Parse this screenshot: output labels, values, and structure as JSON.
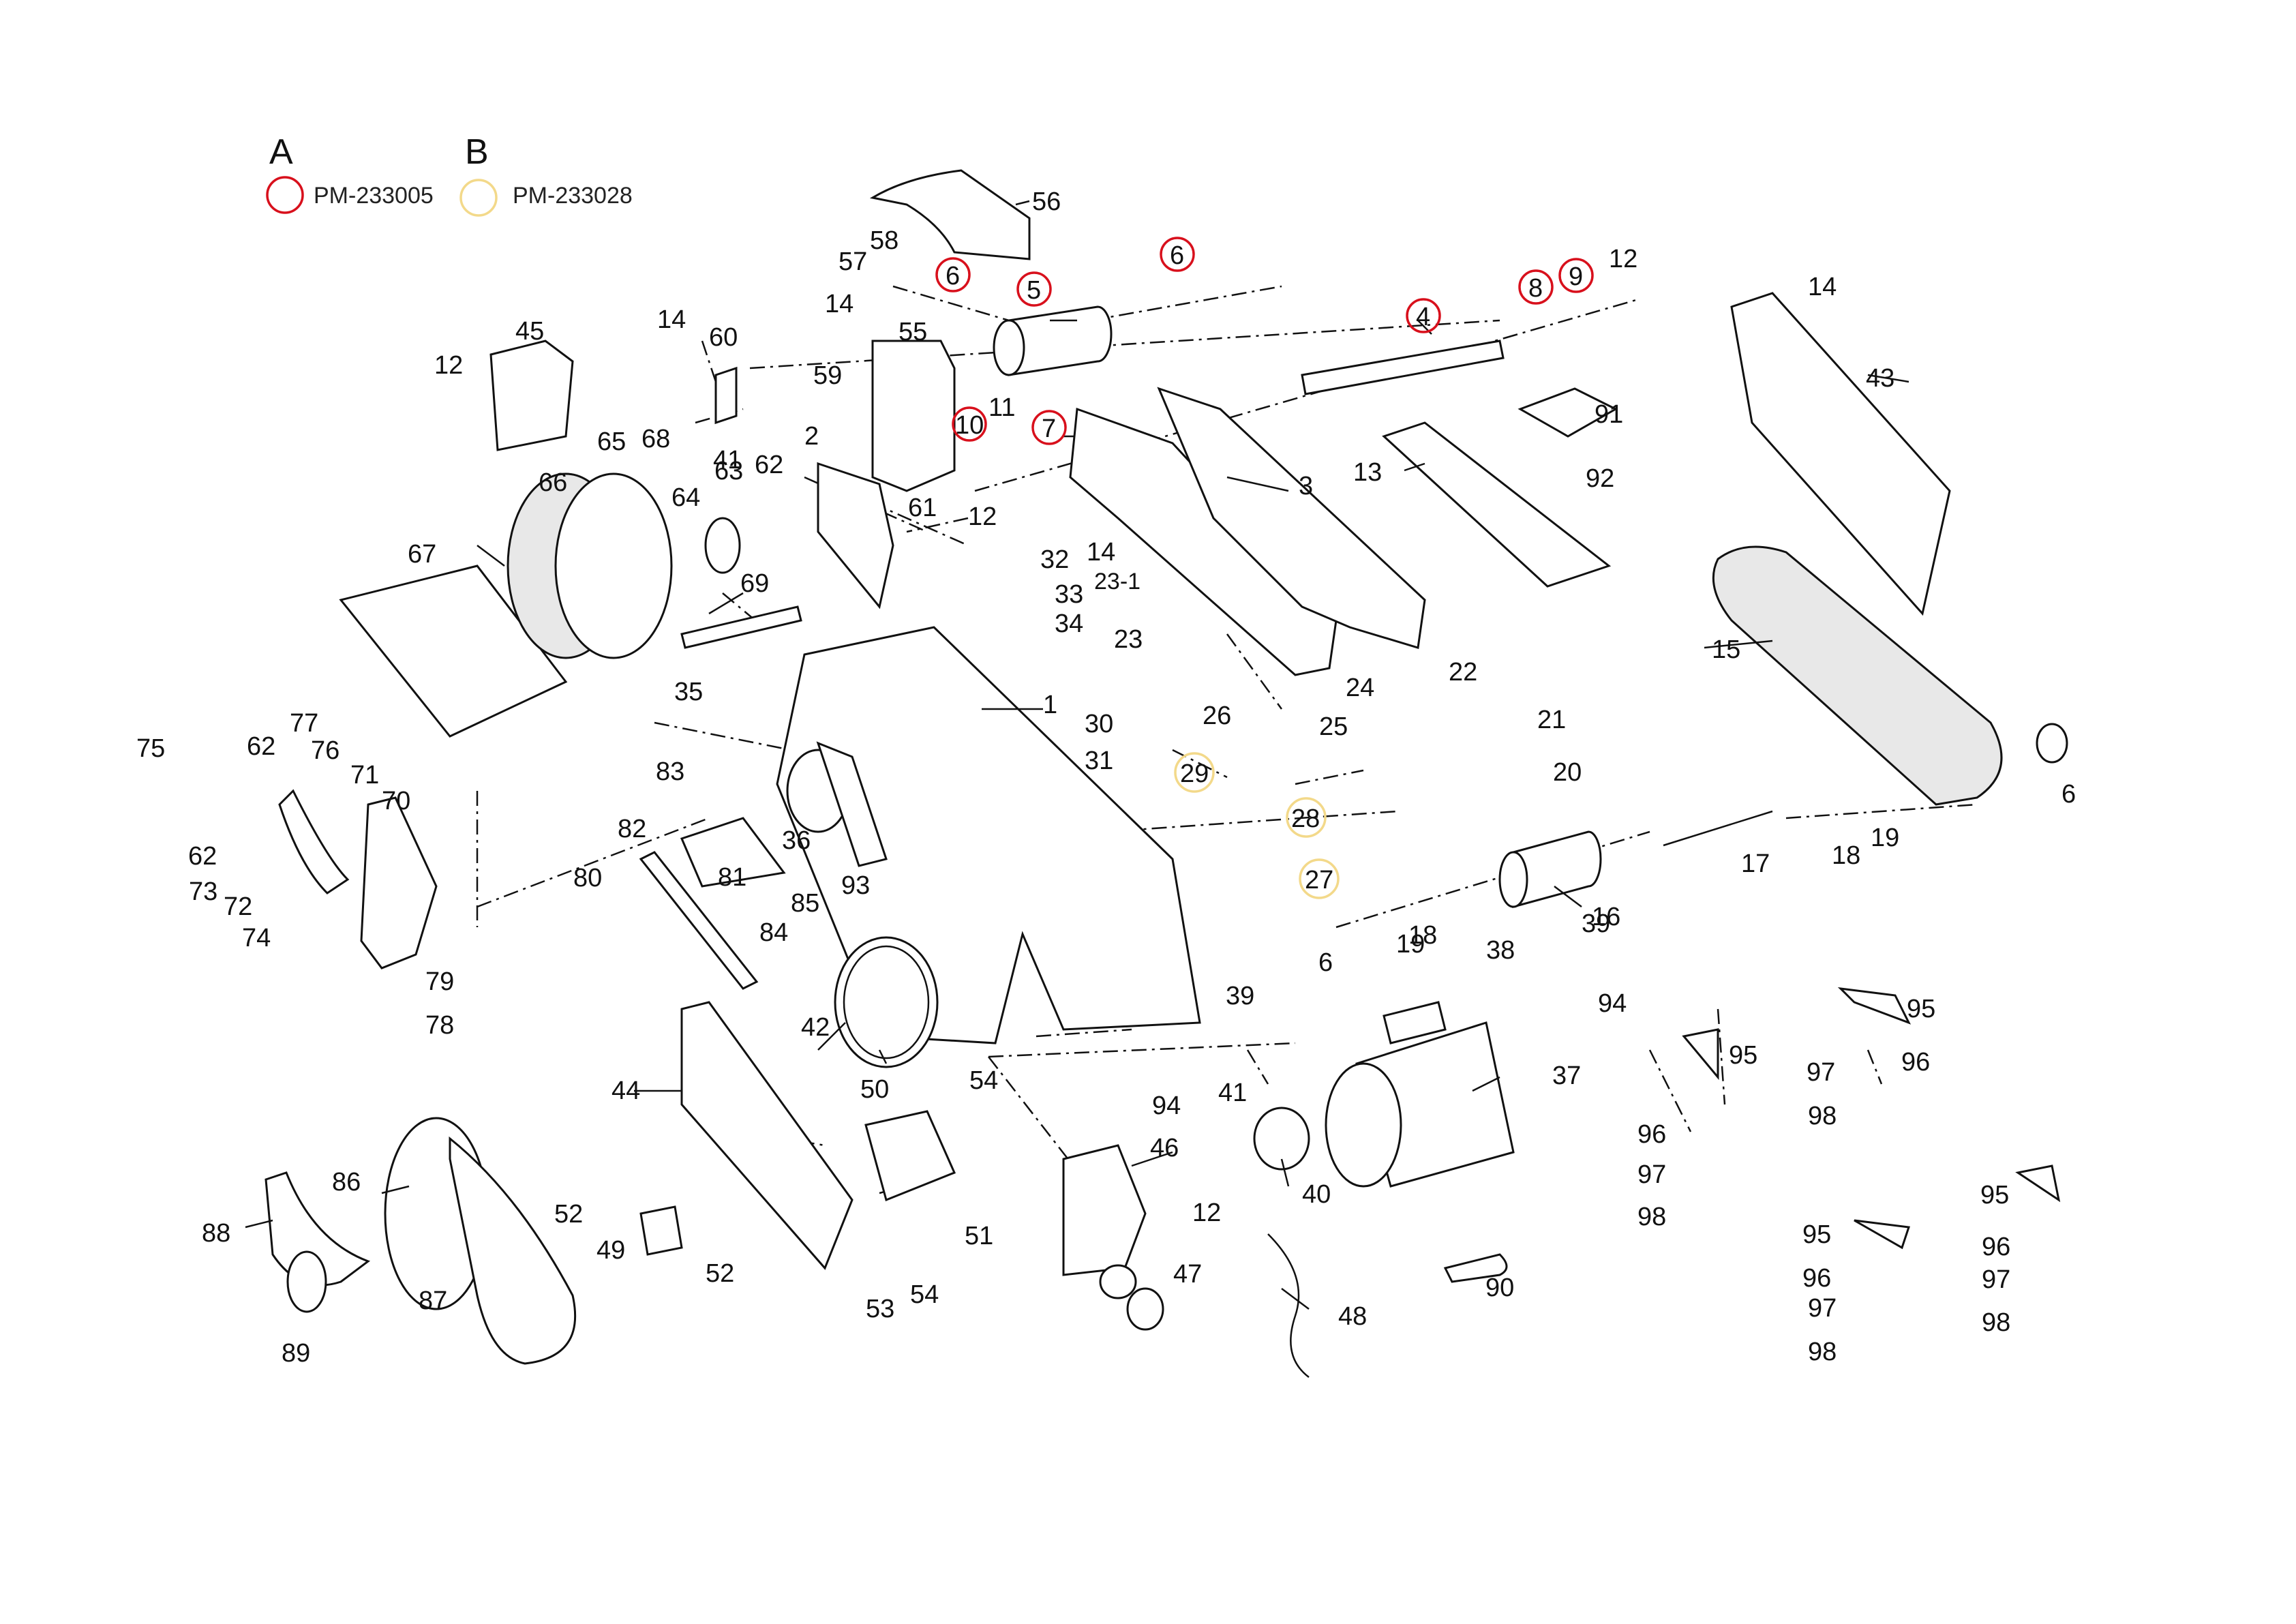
{
  "legend": {
    "a_letter": "A",
    "a_part": "PM-233005",
    "b_letter": "B",
    "b_part": "PM-233028",
    "a_color": "#d8101c",
    "b_color": "#f3d98a"
  },
  "callouts": [
    "1",
    "2",
    "3",
    "4",
    "5",
    "6",
    "6",
    "6",
    "6",
    "7",
    "8",
    "9",
    "10",
    "11",
    "12",
    "12",
    "12",
    "12",
    "13",
    "14",
    "14",
    "14",
    "14",
    "15",
    "16",
    "17",
    "18",
    "18",
    "19",
    "19",
    "20",
    "21",
    "22",
    "23",
    "23-1",
    "24",
    "25",
    "26",
    "27",
    "28",
    "29",
    "30",
    "31",
    "32",
    "33",
    "34",
    "35",
    "36",
    "37",
    "38",
    "39",
    "39",
    "40",
    "41",
    "41",
    "42",
    "43",
    "44",
    "45",
    "46",
    "47",
    "48",
    "49",
    "50",
    "51",
    "52",
    "52",
    "53",
    "54",
    "54",
    "55",
    "56",
    "57",
    "58",
    "59",
    "60",
    "61",
    "62",
    "62",
    "62",
    "63",
    "64",
    "65",
    "66",
    "67",
    "68",
    "69",
    "70",
    "71",
    "72",
    "73",
    "74",
    "75",
    "76",
    "77",
    "78",
    "79",
    "80",
    "81",
    "82",
    "83",
    "84",
    "85",
    "86",
    "87",
    "88",
    "89",
    "90",
    "91",
    "92",
    "93",
    "94",
    "94",
    "95",
    "95",
    "95",
    "95",
    "96",
    "96",
    "96",
    "96",
    "97",
    "97",
    "97",
    "97",
    "98",
    "98",
    "98",
    "98"
  ],
  "highlights": {
    "group_a": [
      "4",
      "5",
      "6",
      "6",
      "7",
      "8",
      "9",
      "10"
    ],
    "group_b": [
      "27",
      "28",
      "29"
    ]
  }
}
